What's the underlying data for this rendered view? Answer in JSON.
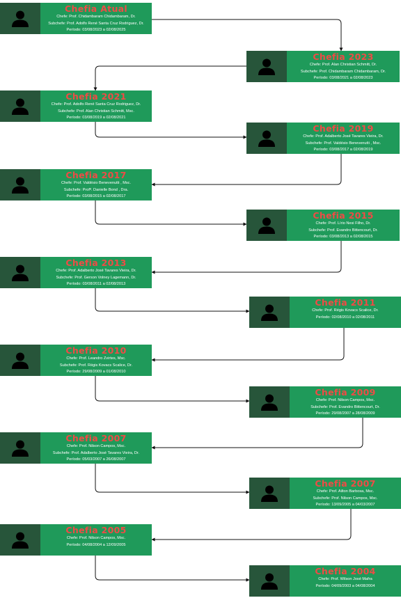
{
  "cards": [
    {
      "title": "Chefia  Atual",
      "lines": [
        "Chefe: Prof. Chidambaram Chidambaram, Dr.",
        "Subchefe: Prof. Adolfo René Santa Cruz Rodriguez, Dr.",
        "Período: 03/08/2023 a 02/08/2025"
      ]
    },
    {
      "title": "Chefia 2023",
      "lines": [
        "Chefe: Prof. Alan Christian Schmitt, Dr.",
        "Subchefe: Prof. Chidambaram Chidambaram, Dr.",
        "Período: 03/08/2021 a 02/08/2023"
      ]
    },
    {
      "title": "Chefia 2021",
      "lines": [
        "Chefe: Prof. Adolfo René Santa Cruz Rodriguez, Dr.",
        "Subchefe: Prof. Alan Christian Schmitt, Msc.",
        "Período: 03/08/2019 a 02/08/2021"
      ]
    },
    {
      "title": "Chefia 2019",
      "lines": [
        "Chefe: Prof. Adalberto José Tavares Vieira, Dr.",
        "Subchefe: Prof. Valdésio Benevenutti , Msc.",
        "Período: 03/08/2017 a 02/08/2019"
      ]
    },
    {
      "title": "Chefia 2017",
      "lines": [
        "Chefe: Prof. Valdésio Benevenutti , Msc.",
        "Subchefe: Profª. Danielle Bond , Dra.",
        "Período: 03/08/2015 a 02/08/2017"
      ]
    },
    {
      "title": "Chefia 2015",
      "lines": [
        "Chefe: Prof. Lírio Nesi Filho, Dr.",
        "Subchefe: Prof. Evandro Bittencourt, Dr.",
        "Período: 03/08/2013 a 02/08/2015"
      ]
    },
    {
      "title": "Chefia 2013",
      "lines": [
        "Chefe: Prof. Adalberto José Tavares Vieira, Dr.",
        "Subchefe: Prof. Gerson Volney Lagemann, Dr.",
        "Período: 03/08/2011 a 02/08/2013"
      ]
    },
    {
      "title": "Chefia 2011",
      "lines": [
        "Chefe: Prof. Régis Kovacs Scalice, Dr.",
        "Período: 02/08/2010 a 02/08/2011"
      ]
    },
    {
      "title": "Chefia 2010",
      "lines": [
        "Chefe: Prof. Leandro Zvirtes, Msc.",
        "Subchefe: Prof. Régis Kovacs Scalice, Dr.",
        "Período: 29/08/2009 a 01/08/2010"
      ]
    },
    {
      "title": "Chefia 2009",
      "lines": [
        "Chefe: Prof. Nilson Campos, Msc.",
        "Subchefe: Prof. Evandro Bittencourt, Dr.",
        "Período: 29/08/2007 a 28/08/2009"
      ]
    },
    {
      "title": "Chefia 2007",
      "lines": [
        "Chefe: Prof. Nilson Campos, Msc.",
        "Subchefe: Prof. Adalberto José Tavares Vieira, Dr.",
        "Período: 05/03/2007 a 26/08/2007"
      ]
    },
    {
      "title": "Chefia 2007",
      "lines": [
        "Chefe: Prof. Ailton Barbosa, Msc.",
        "Subchefe: Prof. Nilson Campos, Msc.",
        "Período: 13/09/2005 a 04/03/2007"
      ]
    },
    {
      "title": "Chefia 2005",
      "lines": [
        "Chefe: Prof. Nilson Campos, Msc.",
        "Período: 04/08/2004 a 12/09/2005"
      ]
    },
    {
      "title": "Chefia 2004",
      "lines": [
        "Chefe: Prof. Wilson José Mafra",
        "Período: 04/09/2003 a 04/08/2004"
      ]
    }
  ],
  "colors": {
    "photo_bg": "#27553a",
    "info_bg": "#1f9a5a",
    "title": "#ef4b45",
    "text": "#ffffff",
    "connector": "#111111"
  },
  "icon": "person-silhouette-icon"
}
